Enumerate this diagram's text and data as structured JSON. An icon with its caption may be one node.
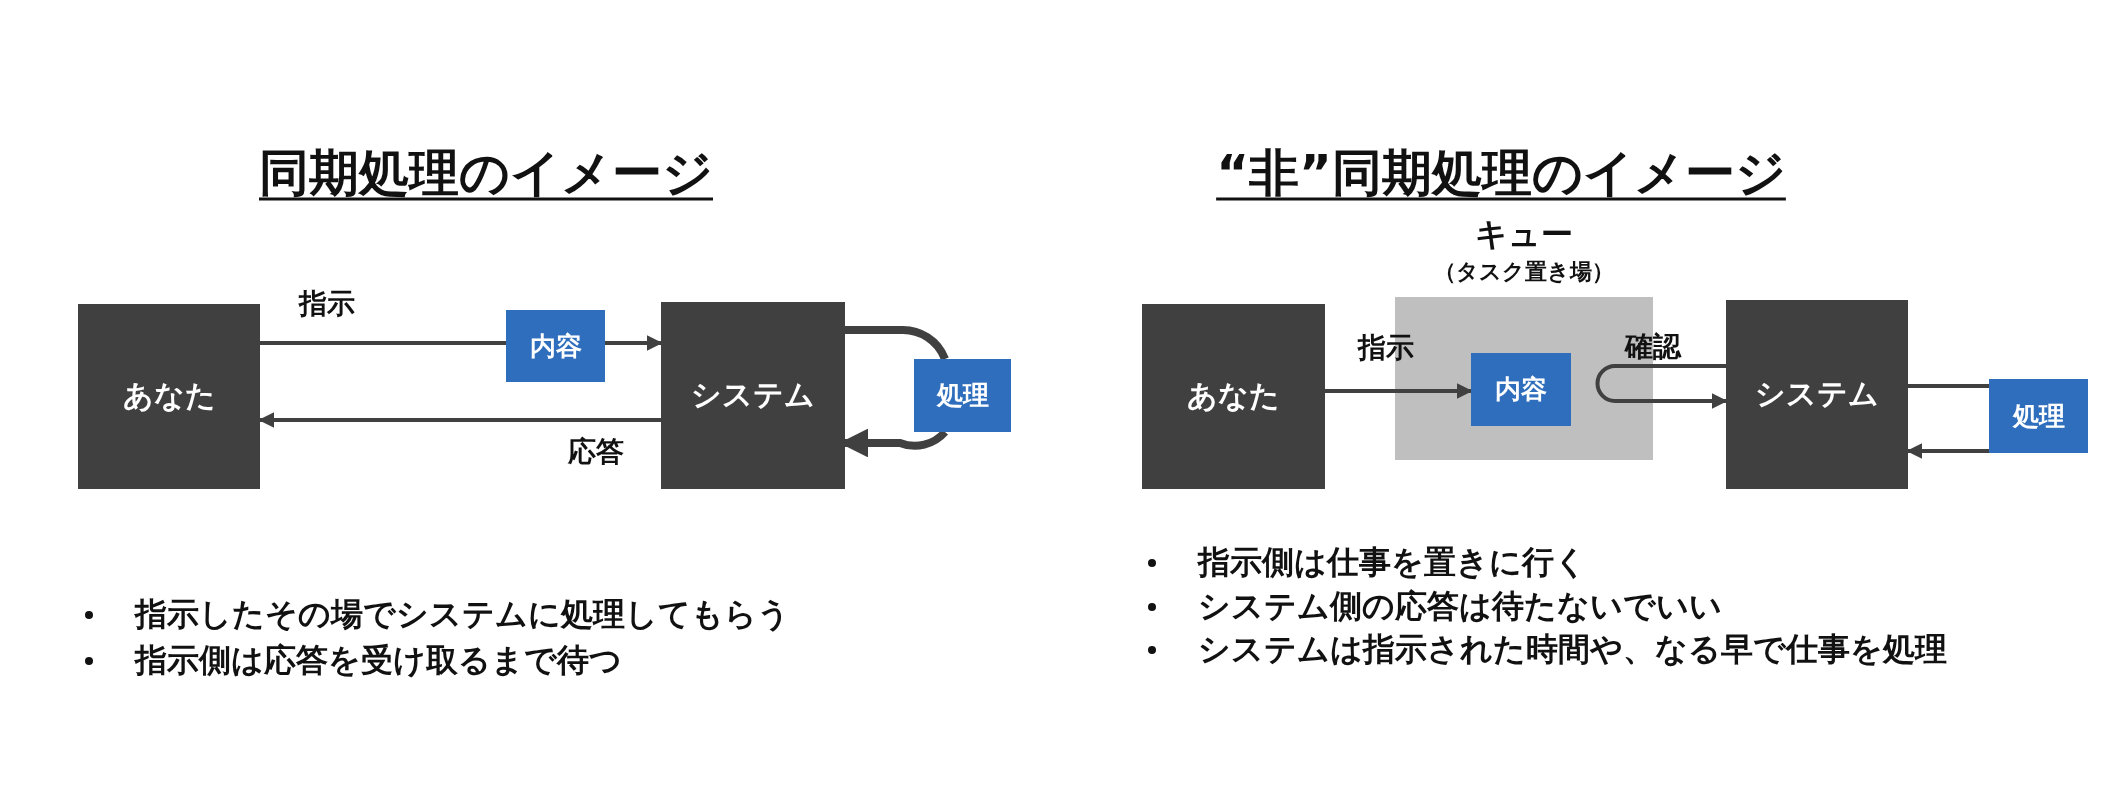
{
  "diagram": {
    "nodes": [
      {
        "text": [
          "あなた"
        ]
      },
      {
        "text": [
          "システム"
        ]
      },
      {
        "text": [
          "内容"
        ]
      },
      {
        "text": [
          "処理"
        ]
      },
      {
        "text": [
          "あなた"
        ]
      },
      {
        "text": [
          "キュー",
          "（タスク置き場）"
        ]
      },
      {
        "text": [
          "内容"
        ],
        "in": 5
      },
      {
        "text": [
          "システム"
        ]
      },
      {
        "text": [
          "処理"
        ]
      }
    ],
    "edges": [
      {
        "from": 0,
        "to": 2,
        "arrow": "none",
        "label": "指示"
      },
      {
        "from": 2,
        "to": 1,
        "arrow": "to"
      },
      {
        "from": 1,
        "to": 0,
        "arrow": "to",
        "label": "応答"
      },
      {
        "from": 1,
        "to": 3,
        "arrow": "none",
        "style": "thick"
      },
      {
        "from": 3,
        "to": 1,
        "arrow": "to",
        "style": "thick"
      },
      {
        "from": 4,
        "to": 6,
        "arrow": "to",
        "label": "指示"
      },
      {
        "from": 7,
        "to": 7,
        "arrow": "to",
        "label": "確認"
      },
      {
        "from": 7,
        "to": 8,
        "arrow": "none"
      },
      {
        "from": 8,
        "to": 7,
        "arrow": "to"
      }
    ],
    "labels": [
      "同期処理のイメージ",
      "“非”同期処理のイメージ",
      "指示したその場でシステムに処理してもらう",
      "指示側は応答を受け取るまで待つ",
      "指示側は仕事を置きに行く",
      "システム側の応答は待たないでいい",
      "システムは指示された時間や、なる早で仕事を処理"
    ]
  }
}
